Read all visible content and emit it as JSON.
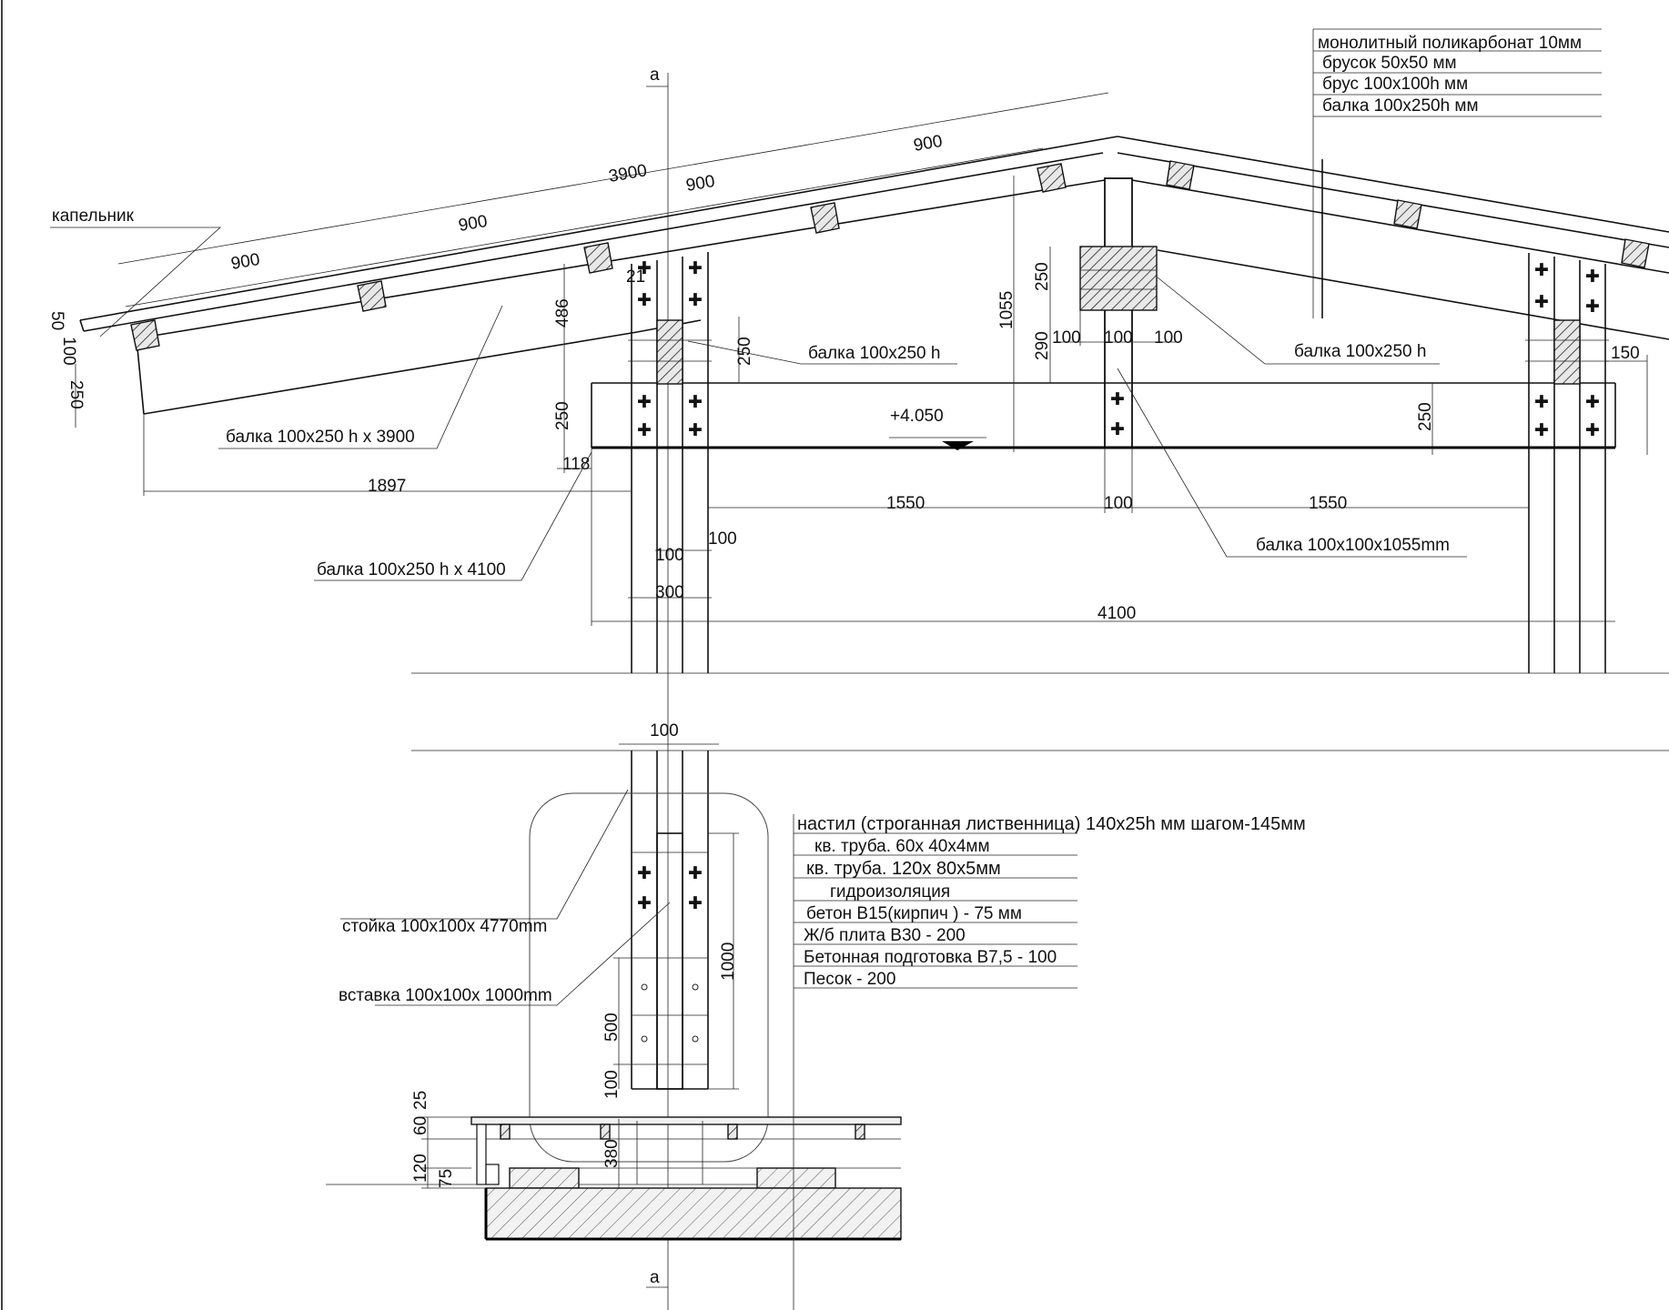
{
  "section_mark": "a",
  "legend_top": [
    "монолитный поликарбонат 10мм",
    "брусок 50х50 мм",
    "брус 100х100h мм",
    "балка 100х250h мм"
  ],
  "labels": {
    "kapelnik": "капельник",
    "beam_left_3900": "балка 100х250 h х 3900",
    "beam_left_4100": "балка 100х250 h х 4100",
    "beam_center": "балка 100х250 h",
    "beam_right": "балка 100х250 h",
    "beam_post": "балка 100х100х1055mm",
    "level": "+4.050",
    "post": "стойка 100х100х 4770mm",
    "insert": "вставка 100х100х 1000mm"
  },
  "floor_layers": [
    "настил (строганная лиственница) 140х25h мм шагом-145мм",
    "кв. труба.  60х 40х4мм",
    "кв. труба.  120х 80х5мм",
    "гидроизоляция",
    "бетон B15(кирпич ) - 75 мм",
    "Ж/б плита  B30 - 200",
    "Бетонная подготовка B7,5 - 100",
    "Песок - 200"
  ],
  "dims": {
    "slope_3900": "3900",
    "slope_900_a": "900",
    "slope_900_b": "900",
    "slope_900_c": "900",
    "slope_900_d": "900",
    "left_50": "50",
    "left_100": "100",
    "left_250": "250",
    "d_486": "486",
    "d_21": "21",
    "d_250_post": "250",
    "d_250_left": "250",
    "d_118": "118",
    "d_1897": "1897",
    "d_100_a": "100",
    "d_100_b": "100",
    "d_300": "300",
    "d_1055": "1055",
    "d_250_top": "250",
    "d_290": "290",
    "d_100_c": "100",
    "d_100_d": "100",
    "d_100_e": "100",
    "d_1550_a": "1550",
    "d_100_f": "100",
    "d_1550_b": "1550",
    "d_250_right": "250",
    "d_150": "150",
    "d_4100": "4100",
    "d_100_g": "100",
    "d_1000": "1000",
    "d_500": "500",
    "d_100_h": "100",
    "d_25": "25",
    "d_60": "60",
    "d_120": "120",
    "d_75": "75",
    "d_380": "380"
  }
}
